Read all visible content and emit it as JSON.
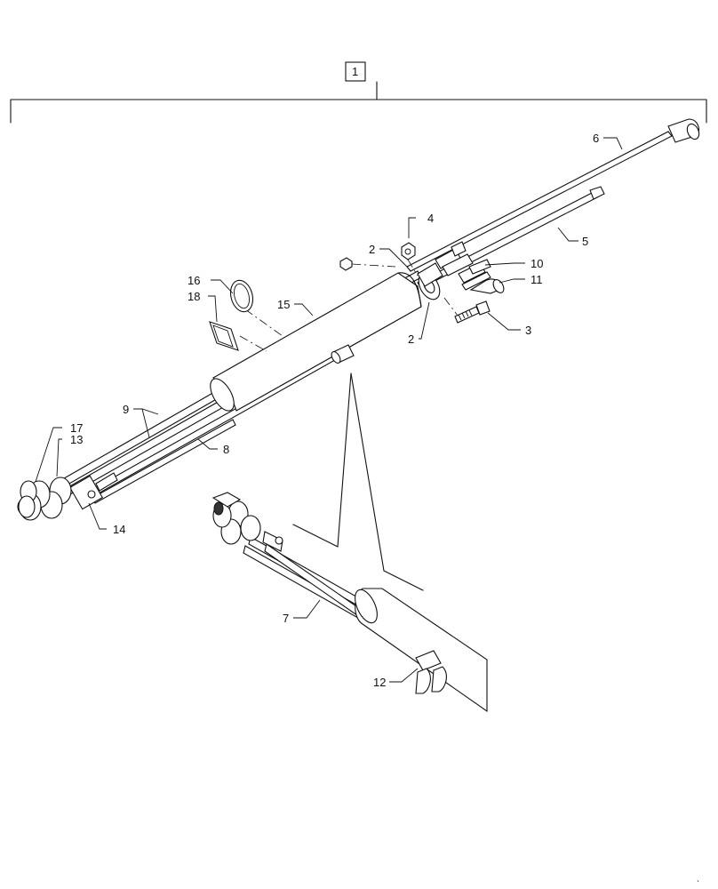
{
  "callouts": {
    "c1": "1",
    "c2a": "2",
    "c2b": "2",
    "c3": "3",
    "c4": "4",
    "c5": "5",
    "c6": "6",
    "c7": "7",
    "c8": "8",
    "c9": "9",
    "c10": "10",
    "c11": "11",
    "c12": "12",
    "c13": "13",
    "c14": "14",
    "c15": "15",
    "c16": "16",
    "c17": "17",
    "c18": "18"
  },
  "corner_mark": "ˎ"
}
